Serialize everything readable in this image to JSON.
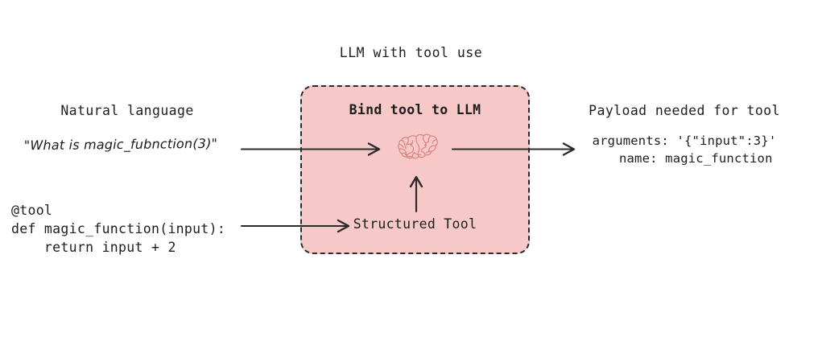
{
  "diagram": {
    "title": "LLM with tool use",
    "left": {
      "heading": "Natural language",
      "query": "\"What is magic_fubnction(3)\"",
      "code": "@tool\ndef magic_function(input):\n    return input + 2"
    },
    "center": {
      "box_title": "Bind tool to LLM",
      "structured_tool_label": "Structured Tool",
      "icon": "brain-icon",
      "fill_color": "#f7c8c8",
      "border_color": "#2b2b2b",
      "icon_color": "#d9817c"
    },
    "right": {
      "heading": "Payload needed for tool",
      "payload": "arguments: '{\"input\":3}'\n   name: magic_function"
    },
    "arrows": [
      {
        "name": "arrow-query-to-llm",
        "direction": "right"
      },
      {
        "name": "arrow-llm-to-payload",
        "direction": "right"
      },
      {
        "name": "arrow-tool-to-structured-tool",
        "direction": "right"
      },
      {
        "name": "arrow-structured-tool-to-llm",
        "direction": "up"
      }
    ]
  }
}
